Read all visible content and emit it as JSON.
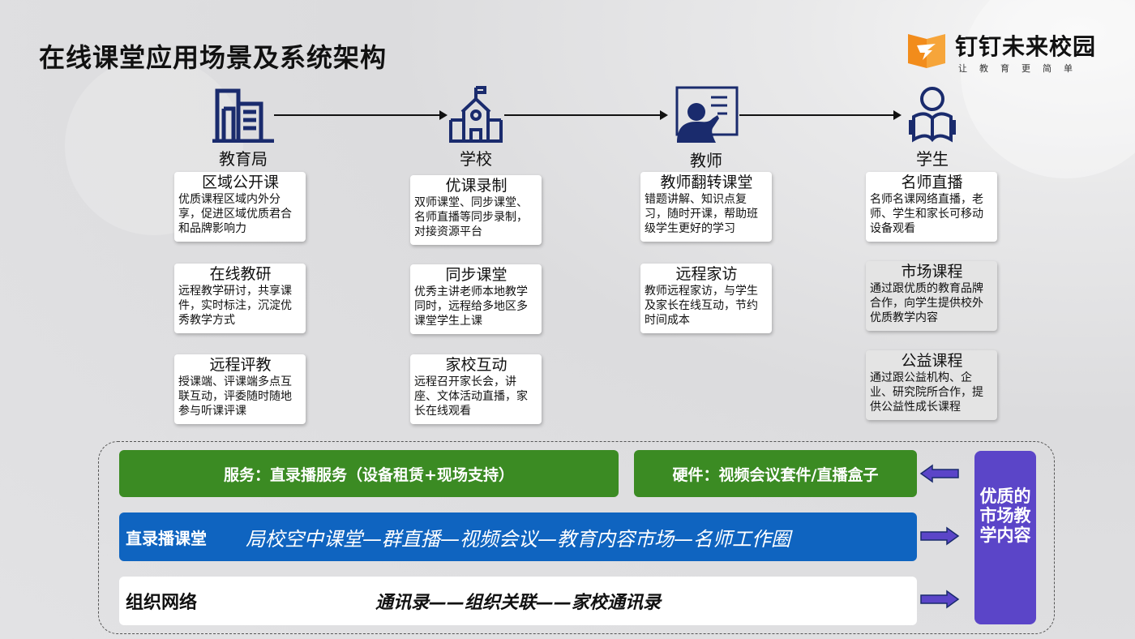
{
  "title": "在线课堂应用场景及系统架构",
  "logo": {
    "brand": "钉钉未来校园",
    "slogan": "让教育更简单"
  },
  "roles": [
    {
      "label": "教育局",
      "icon": "government-building-icon"
    },
    {
      "label": "学校",
      "icon": "school-icon"
    },
    {
      "label": "教师",
      "icon": "teacher-icon"
    },
    {
      "label": "学生",
      "icon": "student-reading-icon"
    }
  ],
  "columns": [
    [
      {
        "title": "区域公开课",
        "desc": "优质课程区域内外分享，促进区域优质君合和品牌影响力"
      },
      {
        "title": "在线教研",
        "desc": "远程教学研讨，共享课件，实时标注，沉淀优秀教学方式"
      },
      {
        "title": "远程评教",
        "desc": "授课端、评课端多点互联互动，评委随时随地参与听课评课"
      }
    ],
    [
      {
        "title": "优课录制",
        "desc": "双师课堂、同步课堂、名师直播等同步录制，对接资源平台"
      },
      {
        "title": "同步课堂",
        "desc": "优秀主讲老师本地教学同时，远程给多地区多课堂学生上课"
      },
      {
        "title": "家校互动",
        "desc": "远程召开家长会，讲座、文体活动直播，家长在线观看"
      }
    ],
    [
      {
        "title": "教师翻转课堂",
        "desc": "错题讲解、知识点复习，随时开课，帮助班级学生更好的学习"
      },
      {
        "title": "远程家访",
        "desc": "教师远程家访，与学生及家长在线互动，节约时间成本"
      }
    ],
    [
      {
        "title": "名师直播",
        "desc": "名师名课网络直播，老师、学生和家长可移动设备观看"
      },
      {
        "title": "市场课程",
        "desc": "通过跟优质的教育品牌合作，向学生提供校外优质教学内容"
      },
      {
        "title": "公益课程",
        "desc": "通过跟公益机构、企业、研究院所合作，提供公益性成长课程"
      }
    ]
  ],
  "platform": {
    "service": "服务：直录播服务（设备租赁+现场支持）",
    "hardware": "硬件：视频会议套件/直播盒子",
    "live": {
      "label": "直录播课堂",
      "content": "局校空中课堂—群直播—视频会议—教育内容市场—名师工作圈"
    },
    "org": {
      "label": "组织网络",
      "content": "通讯录——组织关联——家校通讯录"
    },
    "content_box": "优质的市场教学内容"
  },
  "colors": {
    "green": "#3b8b23",
    "blue": "#0f64c0",
    "purple": "#5b45c8",
    "icon_navy": "#1a2b6d",
    "logo_orange": "#f28c1b"
  }
}
